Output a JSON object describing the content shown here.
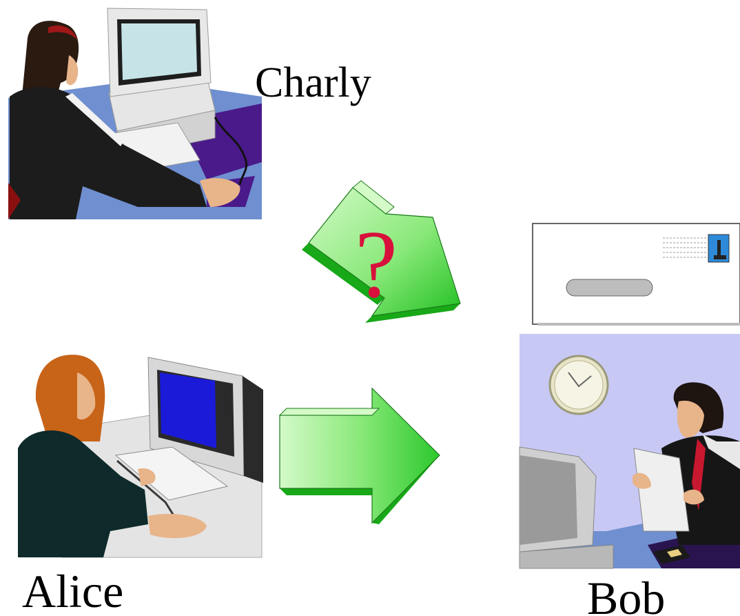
{
  "labels": {
    "charly": "Charly",
    "alice": "Alice",
    "bob": "Bob",
    "question_mark": "?"
  },
  "colors": {
    "arrow_light": "#b8f5a8",
    "arrow_mid": "#5fdc4e",
    "arrow_dark": "#18a818",
    "desk_blue": "#6f8fd0",
    "mousepad_purple": "#4a1a8a",
    "office_wall": "#c8c8f4",
    "question_mark": "#d8103c"
  },
  "icons": {
    "charly": "person-at-computer-icon",
    "alice": "person-at-computer-icon",
    "bob": "person-reading-letter-icon",
    "letter": "envelope-icon",
    "arrow_intercept": "3d-arrow-icon",
    "arrow_direct": "3d-arrow-icon"
  }
}
